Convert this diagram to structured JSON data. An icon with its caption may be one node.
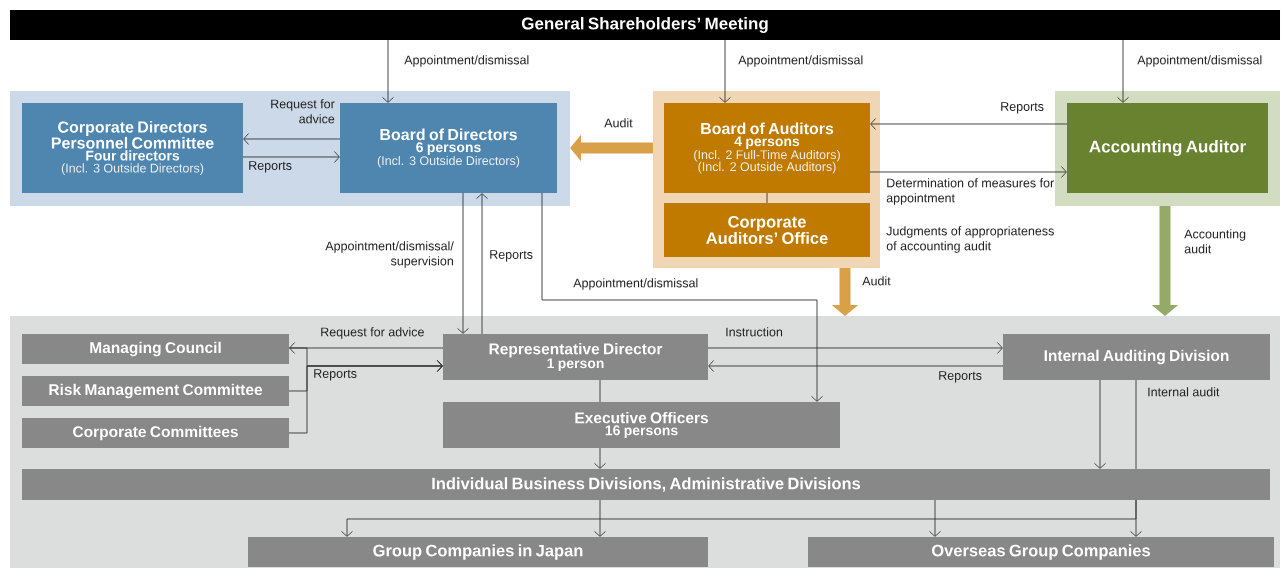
{
  "diagram": {
    "nodes": [
      {
        "text": [
          "General Shareholders’ Meeting"
        ]
      },
      {
        "text": [],
        "shape": "box"
      },
      {
        "text": [
          "Corporate Directors Personnel Committee",
          "Four directors",
          "(Incl. 3 Outside Directors)"
        ],
        "in": 1
      },
      {
        "text": [
          "Board of Directors",
          "6 persons",
          "(Incl. 3 Outside Directors)"
        ],
        "in": 1
      },
      {
        "text": [],
        "shape": "box"
      },
      {
        "text": [
          "Board of Auditors",
          "4 persons",
          "(Incl. 2 Full-Time Auditors)",
          "(Incl. 2 Outside Auditors)"
        ],
        "in": 4
      },
      {
        "text": [
          "Corporate Auditors’ Office"
        ],
        "in": 4
      },
      {
        "text": [],
        "shape": "box"
      },
      {
        "text": [
          "Accounting Auditor"
        ],
        "in": 7
      },
      {
        "text": [],
        "shape": "box"
      },
      {
        "text": [
          "Managing Council"
        ],
        "in": 9
      },
      {
        "text": [
          "Risk Management Committee"
        ],
        "in": 9
      },
      {
        "text": [
          "Corporate Committees"
        ],
        "in": 9
      },
      {
        "text": [
          "Representative Director",
          "1 person"
        ],
        "in": 9
      },
      {
        "text": [
          "Executive Officers",
          "16 persons"
        ],
        "in": 9
      },
      {
        "text": [
          "Internal Auditing Division"
        ],
        "in": 9
      },
      {
        "text": [
          "Individual Business Divisions, Administrative Divisions"
        ],
        "in": 9
      },
      {
        "text": [
          "Group Companies in Japan"
        ],
        "in": 9
      },
      {
        "text": [
          "Overseas Group Companies"
        ],
        "in": 9
      }
    ],
    "edges": [
      {
        "from": 0,
        "to": 3,
        "arrow": "to",
        "label": "Appointment/dismissal"
      },
      {
        "from": 0,
        "to": 5,
        "arrow": "to",
        "label": "Appointment/dismissal"
      },
      {
        "from": 0,
        "to": 8,
        "arrow": "to",
        "label": "Appointment/dismissal"
      },
      {
        "from": 3,
        "to": 2,
        "arrow": "to",
        "label": "Request for advice"
      },
      {
        "from": 2,
        "to": 3,
        "arrow": "to",
        "label": "Reports"
      },
      {
        "from": 4,
        "to": 1,
        "arrow": "to",
        "label": "Audit",
        "style": "thick",
        "color": "#d9a04a"
      },
      {
        "from": 5,
        "to": 6,
        "arrow": "none"
      },
      {
        "from": 8,
        "to": 5,
        "arrow": "to",
        "label": "Reports"
      },
      {
        "from": 5,
        "to": 8,
        "arrow": "to",
        "label": "Determination of measures for appointment"
      },
      {
        "from": 4,
        "to": 9,
        "arrow": "to",
        "label": "Audit",
        "style": "thick",
        "color": "#d9a04a"
      },
      {
        "from": 7,
        "to": 9,
        "arrow": "to",
        "label": "Accounting audit",
        "style": "thick",
        "color": "#94aa66"
      },
      {
        "from": 3,
        "to": 13,
        "arrow": "to",
        "label": "Appointment/dismissal/ supervision"
      },
      {
        "from": 13,
        "to": 3,
        "arrow": "to",
        "label": "Reports"
      },
      {
        "from": 3,
        "to": 14,
        "arrow": "to",
        "label": "Appointment/dismissal"
      },
      {
        "from": 13,
        "to": 10,
        "arrow": "to",
        "label": "Request for advice"
      },
      {
        "from": 10,
        "to": 13,
        "arrow": "to",
        "label": "Reports"
      },
      {
        "from": 11,
        "to": 13,
        "arrow": "to"
      },
      {
        "from": 12,
        "to": 13,
        "arrow": "to"
      },
      {
        "from": 13,
        "to": 15,
        "arrow": "to",
        "label": "Instruction"
      },
      {
        "from": 15,
        "to": 13,
        "arrow": "to",
        "label": "Reports"
      },
      {
        "from": 13,
        "to": 14,
        "arrow": "none"
      },
      {
        "from": 14,
        "to": 16,
        "arrow": "to"
      },
      {
        "from": 15,
        "to": 16,
        "arrow": "to"
      },
      {
        "from": 15,
        "to": 16,
        "arrow": "none",
        "label": "Internal audit"
      },
      {
        "from": 16,
        "to": 17,
        "arrow": "to"
      },
      {
        "from": 16,
        "to": 17,
        "arrow": "to"
      },
      {
        "from": 16,
        "to": 18,
        "arrow": "to"
      },
      {
        "from": 16,
        "to": 18,
        "arrow": "to"
      }
    ],
    "labels": [
      "Judgments of appropriateness of accounting audit"
    ]
  }
}
